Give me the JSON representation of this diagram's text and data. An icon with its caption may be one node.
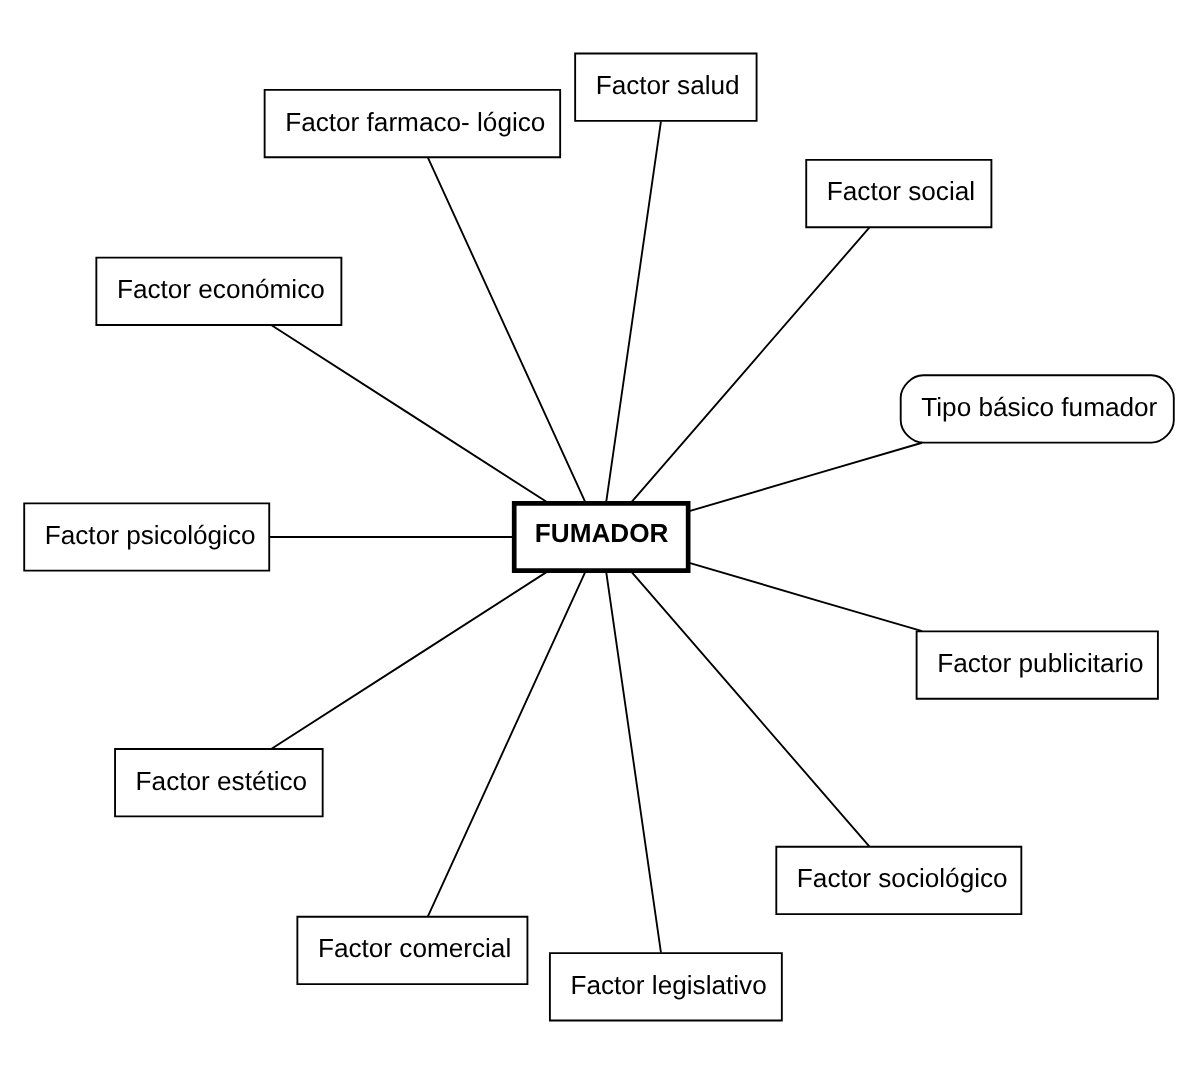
{
  "diagram": {
    "nodes": [
      {
        "text": [
          "Tipo básico fumador"
        ]
      },
      {
        "text": [
          "Factor social"
        ]
      },
      {
        "text": [
          "Factor salud"
        ]
      },
      {
        "text": [
          "Factor farmaco- lógico"
        ]
      },
      {
        "text": [
          "Factor económico"
        ]
      },
      {
        "text": [
          "FUMADOR"
        ]
      },
      {
        "text": [
          "Factor psicológico"
        ]
      },
      {
        "text": [
          "Factor estético"
        ]
      },
      {
        "text": [
          "Factor comercial"
        ]
      },
      {
        "text": [
          "Factor legislativo"
        ]
      },
      {
        "text": [
          "Factor sociológico"
        ]
      },
      {
        "text": [
          "Factor publicitario"
        ]
      }
    ],
    "edges": [
      {
        "from": 5,
        "to": 0,
        "arrow": "none"
      },
      {
        "from": 5,
        "to": 1,
        "arrow": "none"
      },
      {
        "from": 5,
        "to": 2,
        "arrow": "none"
      },
      {
        "from": 5,
        "to": 3,
        "arrow": "none"
      },
      {
        "from": 5,
        "to": 4,
        "arrow": "none"
      },
      {
        "from": 5,
        "to": 6,
        "arrow": "none"
      },
      {
        "from": 5,
        "to": 7,
        "arrow": "none"
      },
      {
        "from": 5,
        "to": 8,
        "arrow": "none"
      },
      {
        "from": 5,
        "to": 9,
        "arrow": "none"
      },
      {
        "from": 5,
        "to": 10,
        "arrow": "none"
      },
      {
        "from": 5,
        "to": 11,
        "arrow": "none"
      }
    ]
  }
}
